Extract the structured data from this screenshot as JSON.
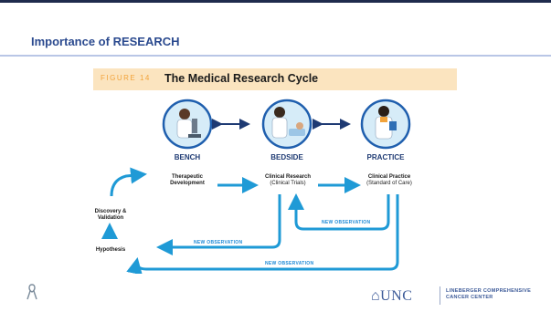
{
  "slide": {
    "title": "Importance of RESEARCH"
  },
  "figure": {
    "tag": "FIGURE 14",
    "title": "The Medical Research Cycle",
    "stages": {
      "bench": "BENCH",
      "bedside": "BEDSIDE",
      "practice": "PRACTICE"
    },
    "labels": {
      "therapeutic_1": "Therapeutic",
      "therapeutic_2": "Development",
      "clinical_research_1": "Clinical Research",
      "clinical_research_2": "(Clinical Trials)",
      "clinical_practice_1": "Clinical Practice",
      "clinical_practice_2": "(Standard of Care)",
      "discovery_1": "Discovery &",
      "discovery_2": "Validation",
      "hypothesis": "Hypothesis"
    },
    "observations": {
      "obs1": "NEW OBSERVATION",
      "obs2": "NEW OBSERVATION",
      "obs3": "NEW OBSERVATION"
    },
    "colors": {
      "arrow": "#1f9ad6",
      "circle_fill": "#d6ecf8",
      "circle_stroke": "#1f5fae",
      "header_bg": "#fbe4bf"
    },
    "icons": [
      "scientist-microscope-icon",
      "doctor-bedside-icon",
      "doctor-clipboard-icon",
      "double-arrow-icon"
    ]
  },
  "footer": {
    "logo_text": "UNC",
    "center_line1": "LINEBERGER COMPREHENSIVE",
    "center_line2": "CANCER CENTER"
  }
}
